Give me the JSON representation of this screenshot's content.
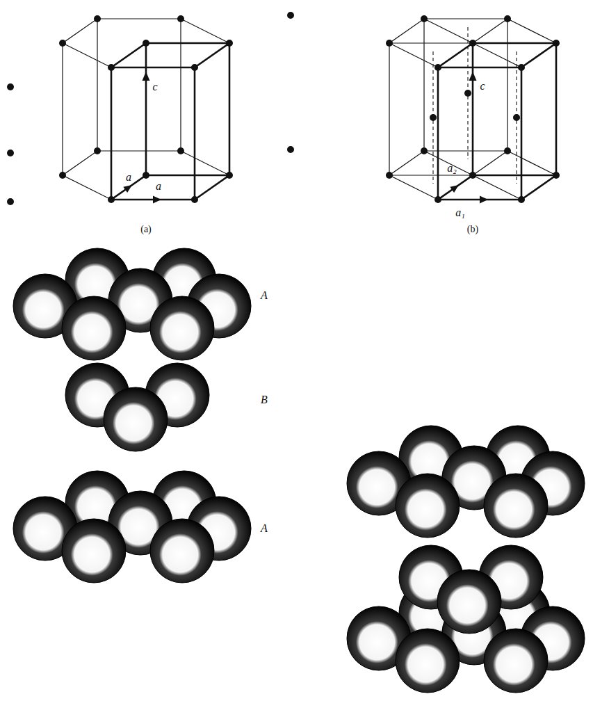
{
  "diagram": {
    "labels": [
      "(a)",
      "c",
      "a",
      "a",
      "(b)",
      "c",
      "a₂",
      "a₁",
      "A",
      "B",
      "A"
    ]
  }
}
